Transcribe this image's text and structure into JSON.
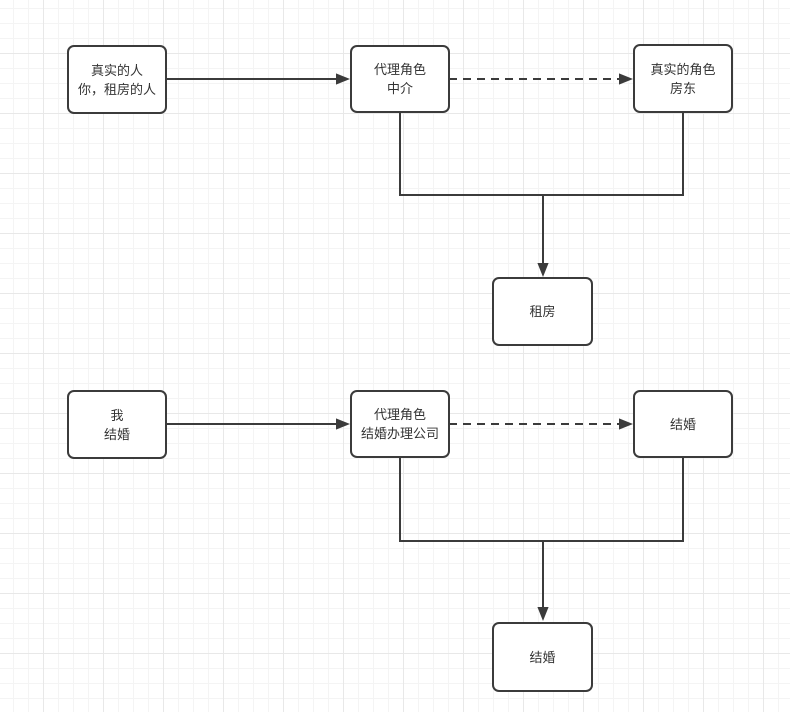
{
  "canvas": {
    "background_color": "#ffffff",
    "grid_minor_color": "#f4f4f4",
    "grid_major_color": "#e8e8e8",
    "stroke_color": "#3b3b3b",
    "text_color": "#333333"
  },
  "flows": [
    {
      "title": "rent-flow",
      "nodes": {
        "source": {
          "lines": [
            "真实的人",
            "你，租房的人"
          ]
        },
        "proxy": {
          "lines": [
            "代理角色",
            "中介"
          ]
        },
        "real": {
          "lines": [
            "真实的角色",
            "房东"
          ]
        },
        "result": {
          "lines": [
            "租房"
          ]
        }
      },
      "edges": [
        {
          "from": "source",
          "to": "proxy",
          "style": "solid-arrow"
        },
        {
          "from": "proxy",
          "to": "real",
          "style": "dashed-arrow"
        },
        {
          "from": "proxy+real",
          "to": "result",
          "style": "merge-solid-arrow"
        }
      ]
    },
    {
      "title": "marriage-flow",
      "nodes": {
        "source": {
          "lines": [
            "我",
            "结婚"
          ]
        },
        "proxy": {
          "lines": [
            "代理角色",
            "结婚办理公司"
          ]
        },
        "real": {
          "lines": [
            "结婚"
          ]
        },
        "result": {
          "lines": [
            "结婚"
          ]
        }
      },
      "edges": [
        {
          "from": "source",
          "to": "proxy",
          "style": "solid-arrow"
        },
        {
          "from": "proxy",
          "to": "real",
          "style": "dashed-arrow"
        },
        {
          "from": "proxy+real",
          "to": "result",
          "style": "merge-solid-arrow"
        }
      ]
    }
  ]
}
